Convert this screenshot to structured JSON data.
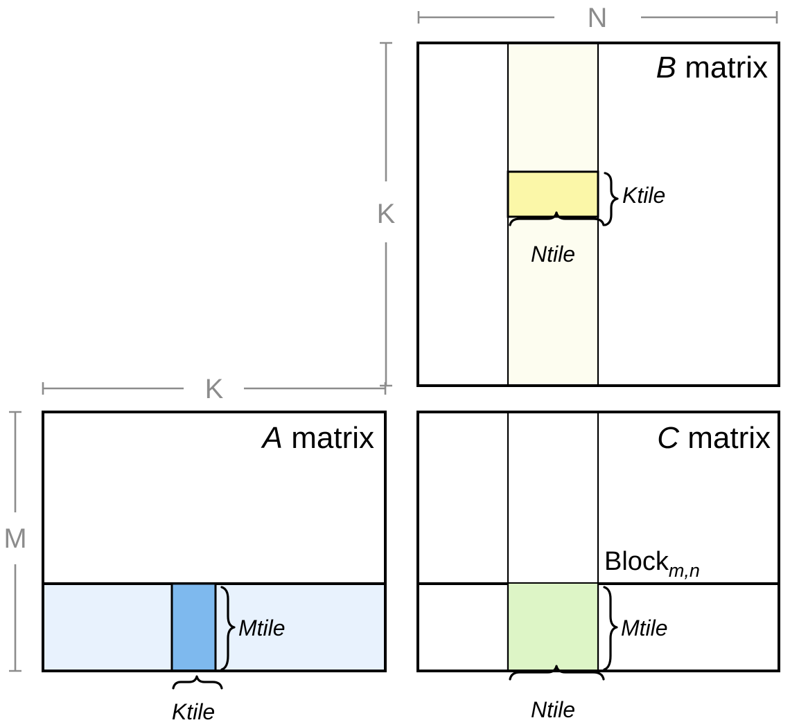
{
  "figure": {
    "title_hidden": "Tiled matrix multiplication blocking diagram",
    "colors": {
      "matrix_border": "#000000",
      "dimension_guide": "#8c8c8c",
      "a_panel_fill": "#e8f2fd",
      "a_tile_fill": "#7eb9ee",
      "b_panel_fill": "#fdfdf0",
      "b_tile_fill": "#fbf7a8",
      "c_tile_fill": "#ddf5c6",
      "background": "#ffffff"
    }
  },
  "matrices": {
    "a": {
      "name": "A",
      "title_prefix": "A",
      "title_suffix": " matrix",
      "row_dim_label": "M",
      "col_dim_label": "K",
      "tile_labels": {
        "vertical": "Mtile",
        "horizontal": "Ktile"
      }
    },
    "b": {
      "name": "B",
      "title_prefix": "B",
      "title_suffix": " matrix",
      "row_dim_label": "K",
      "col_dim_label": "N",
      "tile_labels": {
        "vertical": "Ktile",
        "horizontal": "Ntile"
      }
    },
    "c": {
      "name": "C",
      "title_prefix": "C",
      "title_suffix": " matrix",
      "block_label": "Block",
      "block_subscript": "m,n",
      "tile_labels": {
        "vertical": "Mtile",
        "horizontal": "Ntile"
      }
    }
  }
}
